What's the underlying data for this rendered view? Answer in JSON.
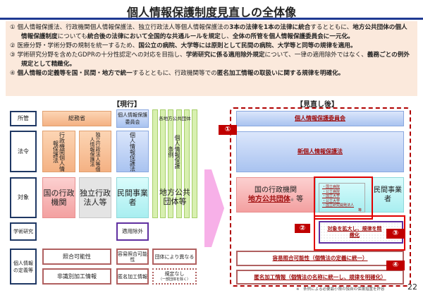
{
  "title": "個人情報保護制度見直しの全体像",
  "summary": [
    {
      "num": "①",
      "parts": [
        [
          "個人情報保護法、行政機関個人情報保護法、独立行政法人等個人情報保護法の",
          false
        ],
        [
          "3本の法律を1本の法律に統合",
          true
        ],
        [
          "するとともに、",
          false
        ],
        [
          "地方公共団体の個人情報保護制度",
          true
        ],
        [
          "についても",
          false
        ],
        [
          "統合後の法律において全国的な共通ルールを規定",
          true
        ],
        [
          "し、",
          false
        ],
        [
          "全体の所管を個人情報保護委員会に一元化。",
          true
        ]
      ]
    },
    {
      "num": "②",
      "parts": [
        [
          "医療分野・学術分野の規制を統一するため、",
          false
        ],
        [
          "国公立の病院、大学等には原則として民間の病院、大学等と同等の規律を適用。",
          true
        ]
      ]
    },
    {
      "num": "③",
      "parts": [
        [
          "学術研究分野を含めたGDPRの十分性認定への対応を目指し、",
          false
        ],
        [
          "学術研究に係る適用除外規定",
          true
        ],
        [
          "について、一律の適用除外ではなく、",
          false
        ],
        [
          "義務ごとの例外規定として精緻化。",
          true
        ]
      ]
    },
    {
      "num": "④",
      "parts": [
        [
          "個人情報の定義等を国・民間・地方で統一",
          true
        ],
        [
          "するとともに、行政機関等での",
          false
        ],
        [
          "匿名加工情報の取扱いに関する規律を明確化。",
          true
        ]
      ]
    }
  ],
  "current": {
    "heading": "【現行】",
    "rows": [
      "所管",
      "法令",
      "対象",
      "学術研究",
      "個人情報の定義等"
    ],
    "jurisdiction": [
      "総務省",
      "個人情報保護委員会",
      "各地方公共団体"
    ],
    "laws": [
      "行政機関個人情報保護法",
      "独立行政法人等個人情報保護法",
      "個人情報保護法",
      "個人情報保護条例"
    ],
    "targets": [
      "国の行政機関",
      "独立行政法人等",
      "民間事業者",
      "地方公共団体等"
    ],
    "research": "適用除外",
    "definitions": [
      "照合可能性",
      "非識別加工情報",
      "容易照合可能性",
      "匿名加工情報",
      "団体により異なる",
      "規定なし",
      "（一部団体を除く）"
    ]
  },
  "revised": {
    "heading": "【見直し後】",
    "commission": "個人情報保護委員会",
    "law": "新個人情報保護法",
    "target_gov": "国の行政機関",
    "target_local": "地方公共団体",
    "target_local_mark": "※",
    "target_suffix": "等",
    "public_list": [
      "・国立病院",
      "・公立病院",
      "・国立大学",
      "・公立大学",
      "・国立研究開発法人"
    ],
    "public_list_suffix": "等",
    "private": "民間事業者",
    "research": "対象を拡大し、規律を精緻化",
    "def1": "容易照合可能性（個情法の定義に統一）",
    "def2": "匿名加工情報（個情法の名称に統一し、規律を明確化）",
    "badges": [
      "①",
      "②",
      "③",
      "④"
    ]
  },
  "footnote": "※　条例による必要最小限の独自の保護措置を許容",
  "page_number": "22"
}
